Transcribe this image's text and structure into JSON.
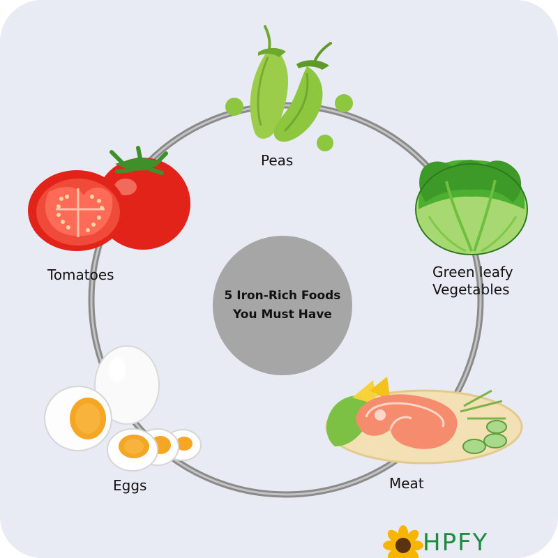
{
  "center": {
    "line1": "5 Iron-Rich Foods",
    "line2": "You Must Have"
  },
  "foods": [
    {
      "label": "Peas",
      "icon": "peas-icon"
    },
    {
      "label": "Green leafy",
      "label2": "Vegetables",
      "icon": "lettuce-icon"
    },
    {
      "label": "Meat",
      "icon": "salmon-plate-icon"
    },
    {
      "label": "Eggs",
      "icon": "eggs-icon"
    },
    {
      "label": "Tomatoes",
      "icon": "tomato-icon"
    }
  ],
  "logo": {
    "text": "HPFY",
    "icon": "sunflower-icon",
    "color": "#1e8a3c"
  },
  "colors": {
    "background": "#e9ebf4",
    "ring": "#8e8e8e",
    "center": "#a6a6a6"
  }
}
